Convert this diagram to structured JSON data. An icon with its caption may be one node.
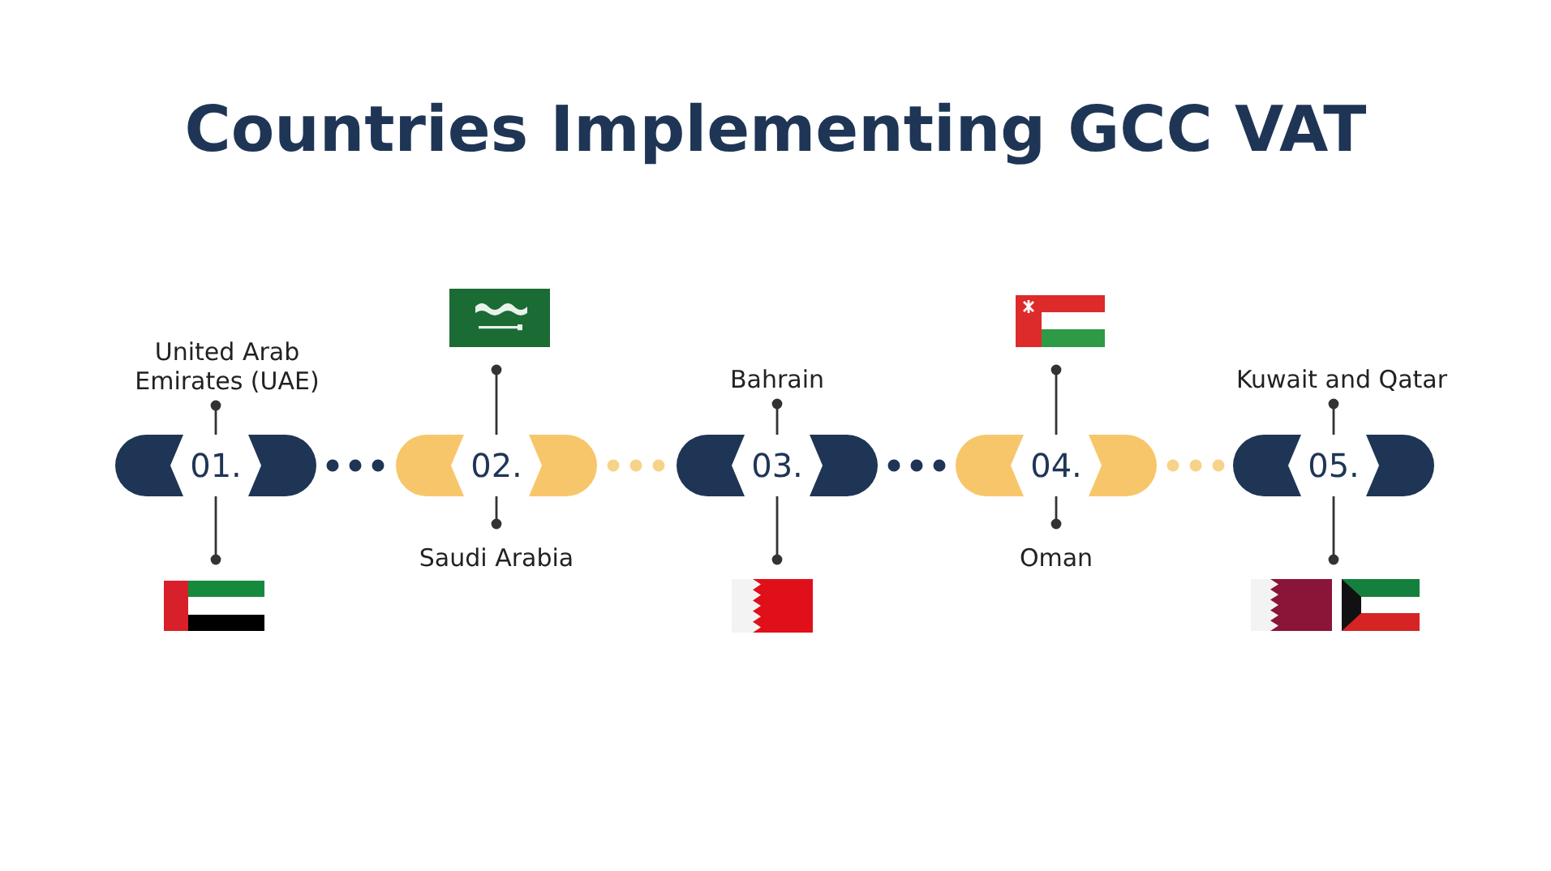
{
  "diagram": {
    "title": "Countries Implementing GCC VAT",
    "nodes": [
      {
        "text": [
          "01."
        ]
      },
      {
        "text": [
          "02."
        ]
      },
      {
        "text": [
          "03."
        ]
      },
      {
        "text": [
          "04."
        ]
      },
      {
        "text": [
          "05."
        ]
      },
      {
        "text": [
          "United Arab Emirates (UAE)"
        ]
      },
      {
        "text": [],
        "shape": "picture"
      },
      {
        "text": [],
        "shape": "picture"
      },
      {
        "text": [
          "Saudi Arabia"
        ]
      },
      {
        "text": [
          "Bahrain"
        ]
      },
      {
        "text": [],
        "shape": "picture"
      },
      {
        "text": [],
        "shape": "picture"
      },
      {
        "text": [
          "Oman"
        ]
      },
      {
        "text": [
          "Kuwait and Qatar"
        ]
      },
      {
        "text": [],
        "shape": "picture"
      }
    ],
    "edges": [
      {
        "from": 0,
        "to": 1,
        "arrow": "none",
        "style": "dashed",
        "color": "#1f3556"
      },
      {
        "from": 1,
        "to": 2,
        "arrow": "none",
        "style": "dashed",
        "color": "#f7d38a"
      },
      {
        "from": 2,
        "to": 3,
        "arrow": "none",
        "style": "dashed",
        "color": "#1f3556"
      },
      {
        "from": 3,
        "to": 4,
        "arrow": "none",
        "style": "dashed",
        "color": "#f7d38a"
      },
      {
        "from": 5,
        "to": 0,
        "arrow": "other"
      },
      {
        "from": 6,
        "to": 0,
        "arrow": "other"
      },
      {
        "from": 7,
        "to": 1,
        "arrow": "other"
      },
      {
        "from": 8,
        "to": 1,
        "arrow": "other"
      },
      {
        "from": 9,
        "to": 2,
        "arrow": "other"
      },
      {
        "from": 10,
        "to": 2,
        "arrow": "other"
      },
      {
        "from": 11,
        "to": 3,
        "arrow": "other"
      },
      {
        "from": 12,
        "to": 3,
        "arrow": "other"
      },
      {
        "from": 13,
        "to": 4,
        "arrow": "other"
      },
      {
        "from": 14,
        "to": 4,
        "arrow": "other"
      }
    ]
  }
}
